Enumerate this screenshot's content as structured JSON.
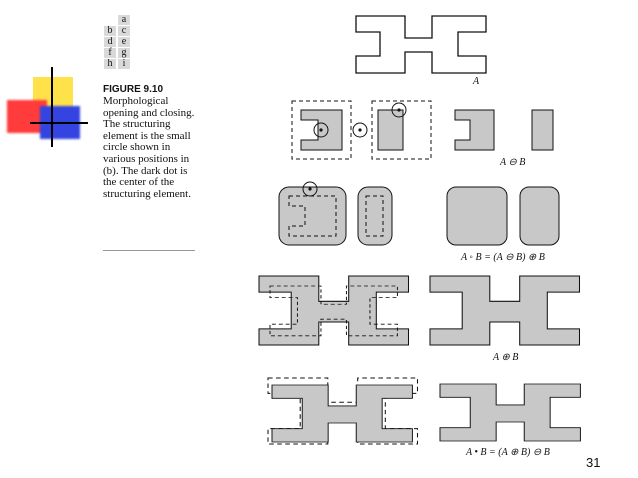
{
  "panels": {
    "letters": [
      "a",
      "b",
      "c",
      "d",
      "e",
      "f",
      "g",
      "h",
      "i"
    ]
  },
  "caption": {
    "figure_label": "FIGURE 9.10",
    "text": "Morphological opening and closing. The structuring element is the small circle shown in various positions in (b). The dark dot is the center of the structuring element."
  },
  "figure_labels": {
    "a": "A",
    "erosion": "A ⊖ B",
    "opening": "A ◦ B = (A ⊖ B) ⊕ B",
    "dilation": "A ⊕ B",
    "closing": "A • B = (A ⊕ B) ⊖ B"
  },
  "page_number": "31",
  "colors": {
    "shape_fill": "#c8c8c8",
    "deco_yellow": "#ffe14a",
    "deco_red": "#ff3b3b",
    "deco_blue": "#3344e0"
  }
}
